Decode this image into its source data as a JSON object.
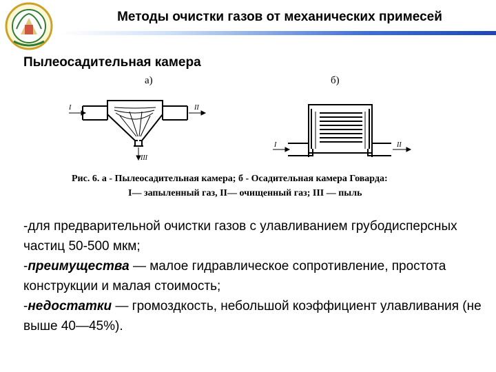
{
  "header": {
    "title": "Методы очистки газов от механических примесей"
  },
  "colors": {
    "accent": "#1d46b8",
    "logo_gold": "#c9a227",
    "logo_green": "#2e7d32"
  },
  "section": {
    "subtitle": "Пылеосадительная камера"
  },
  "figure": {
    "label_a": "а)",
    "label_b": "б)",
    "arrow_in_a": "I",
    "arrow_out_a": "II",
    "arrow_dust_a": "III",
    "arrow_in_b": "I",
    "arrow_out_b": "II",
    "caption_line1": "Рис. 6.  а - Пылеосадительная камера;   б - Осадительная камера Говарда:",
    "caption_line2": "I— запыленный газ, II— очищенный газ; III — пыль"
  },
  "body": {
    "line1": "-для предварительной очистки газов с улавливанием грубодисперсных частиц 50-500 мкм;",
    "adv_prefix": "-",
    "adv_label": "преимущества",
    "adv_text": " — малое гидравлическое сопротивление, простота конструкции и малая стоимость;",
    "dis_prefix": "-",
    "dis_label": "недостатки",
    "dis_text": " — громоздкость, небольшой коэффициент улавливания (не выше 40—45%)."
  }
}
